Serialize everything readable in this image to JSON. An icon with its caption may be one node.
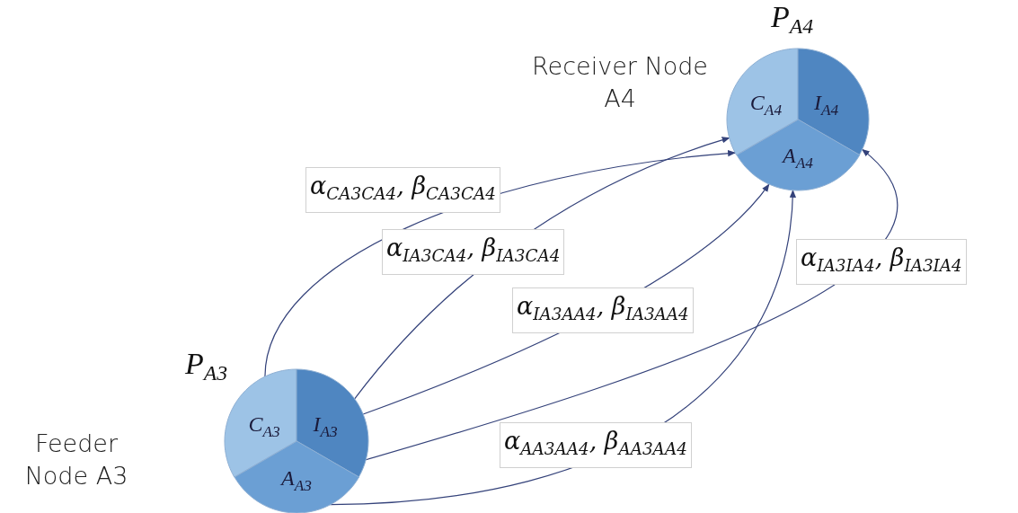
{
  "diagram": {
    "nodes": [
      {
        "text": [
          "Receiver Node A4",
          "P$_{A4}$"
        ]
      },
      {
        "text": [
          "C$_{A4}$"
        ],
        "in": 0
      },
      {
        "text": [
          "I$_{A4}$"
        ],
        "in": 0
      },
      {
        "text": [
          "A$_{A4}$"
        ],
        "in": 0
      },
      {
        "text": [
          "Feeder Node A3",
          "P$_{A3}$"
        ]
      },
      {
        "text": [
          "C$_{A3}$"
        ],
        "in": 4
      },
      {
        "text": [
          "I$_{A3}$"
        ],
        "in": 4
      },
      {
        "text": [
          "A$_{A3}$"
        ],
        "in": 4
      }
    ],
    "edges": [
      {
        "from": 5,
        "to": 1,
        "arrow": "to",
        "label": "α$_{CA3CA4}$, β$_{CA3CA4}$"
      },
      {
        "from": 6,
        "to": 1,
        "arrow": "to",
        "label": "α$_{IA3CA4}$, β$_{IA3CA4}$"
      },
      {
        "from": 6,
        "to": 3,
        "arrow": "to",
        "label": "α$_{IA3AA4}$, β$_{IA3AA4}$"
      },
      {
        "from": 6,
        "to": 2,
        "arrow": "to",
        "label": "α$_{IA3IA4}$, β$_{IA3IA4}$"
      },
      {
        "from": 7,
        "to": 3,
        "arrow": "to",
        "label": "α$_{AA3AA4}$, β$_{AA3AA4}$"
      }
    ]
  }
}
